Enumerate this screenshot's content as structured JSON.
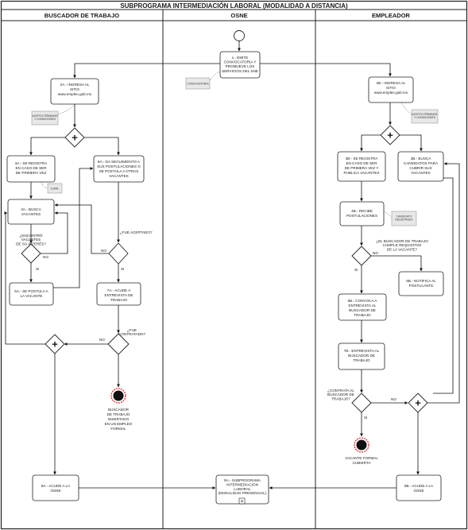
{
  "title": "SUBPROGRAMA INTERMEDIACIÓN LABORAL (MODALIDAD A DISTANCIA)",
  "lanes": {
    "buscador": "BUSCADOR DE TRABAJO",
    "osne": "OSNE",
    "empleador": "EMPLEADOR"
  },
  "tasks": {
    "t1": [
      "1.- EMITE",
      "CONVOCATORIA Y",
      "PROMUEVE LOS",
      "SERVICIOS DEL SNE"
    ],
    "t2a": [
      "2A.- INGRESA AL",
      "SITIO",
      "www.empleo.gob.mx"
    ],
    "t2b": [
      "2B.- INGRESA AL",
      "SITIO",
      "www.empleo.gob.mx"
    ],
    "t3a": [
      "3A.- SE REGISTRA",
      "EN CASO DE SER",
      "DE PRIMERA VEZ"
    ],
    "t8a": [
      "8A.- DA SEGUIMIENTO A",
      "SUS POSTULACIONES O",
      "SE POSTULA A OTRAS",
      "VACANTES"
    ],
    "t4a": [
      "4A.- BUSCA",
      "VACANTES"
    ],
    "t5a": [
      "5A.- SE POSTULA A",
      "LA VACANTE"
    ],
    "t7a": [
      "7A.- ACUDE A",
      "ENTREVISTA DE",
      "TRABAJO"
    ],
    "t9a": [
      "9A.- ACUDE A LA",
      "OSNE"
    ],
    "t9": [
      "9A.- SUBPROGRAMA",
      "INTERMEDIACIÓN",
      "LABORAL",
      "(MODALIDAD PRESENCIAL)"
    ],
    "t3b": [
      "3B.- SE REGISTRA",
      "EN CASO DE SER",
      "DE PRIMERA VEZ Y",
      "PUBLICA VACANTES"
    ],
    "t3bb": [
      "3B.- BUSCA",
      "CANDIDATOS PARA",
      "CUBRIR SUS",
      "VACANTES"
    ],
    "t4b": [
      "4B.- RECIBE",
      "POSTULACIONES"
    ],
    "t5b": [
      "5B.- NOTIFICA AL",
      "POSTULANTE"
    ],
    "t6b": [
      "6B.- CONVOCA A",
      "ENTREVISTA AL",
      "BUSCADOR DE",
      "TRABAJO"
    ],
    "t7b": [
      "7B.- ENTREVISTA AL",
      "BUSCADOR DE",
      "TRABAJO"
    ],
    "t9b": [
      "9B.- ACUDE A LA",
      "OSNE"
    ]
  },
  "notes": {
    "osne_doc": "CONVOCATORIA",
    "terms_a": [
      "ACEPTA TÉRMINOS",
      "Y CONDICIONES"
    ],
    "terms_b": [
      "ACEPTA TÉRMINOS",
      "Y CONDICIONES"
    ],
    "cv": "CURR.",
    "recv": [
      "CANDIDATO",
      "REGISTRADO"
    ]
  },
  "questions": {
    "q_encontro": [
      "¿ENCONTRÓ",
      "VACANTES",
      "DE SU INTERÉS?"
    ],
    "q_aceptado": "¿FUE ACEPTADO?",
    "q_contratado": [
      "¿FUE",
      "CONTRATADO?"
    ],
    "q_cumple": [
      "¿EL BUSCADOR DE TRABAJO",
      "CUMPLE REQUISITOS",
      "DE LA VACANTE?"
    ],
    "q_contrata": [
      "¿CONTRATA AL",
      "BUSCADOR DE",
      "TRABAJO?"
    ]
  },
  "labels": {
    "no": "NO",
    "si": "SI"
  },
  "ends": {
    "end_a": [
      "BUSCADOR",
      "DE TRABAJO",
      "INSERTADO",
      "EN UN EMPLEO",
      "FORMAL"
    ],
    "end_b": [
      "VACANTE FORMAL",
      "CUBIERTA"
    ]
  }
}
